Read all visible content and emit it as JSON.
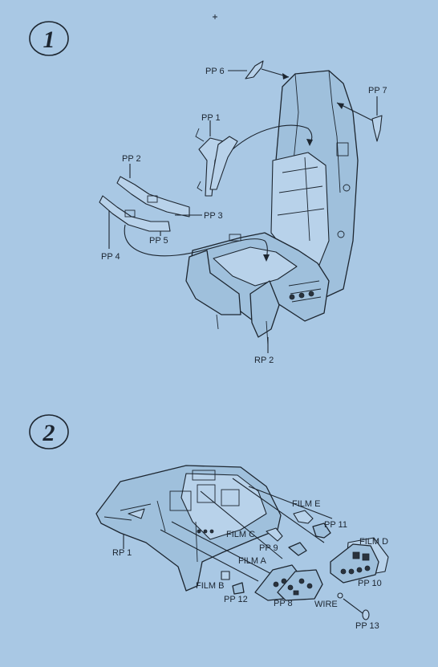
{
  "steps": [
    {
      "number": "1"
    },
    {
      "number": "2"
    }
  ],
  "step1_labels": {
    "pp6": "PP 6",
    "pp7": "PP 7",
    "pp1": "PP 1",
    "pp2": "PP 2",
    "pp3": "PP 3",
    "pp4": "PP 4",
    "pp5": "PP 5",
    "rp2": "RP 2"
  },
  "step2_labels": {
    "film_e": "FILM E",
    "pp11": "PP 11",
    "film_c": "FILM C",
    "film_d": "FILM D",
    "pp9": "PP 9",
    "rp1": "RP 1",
    "film_a": "FILM A",
    "pp10": "PP 10",
    "film_b": "FILM B",
    "pp12": "PP 12",
    "pp8": "PP 8",
    "wire": "WIRE",
    "pp13": "PP 13"
  },
  "colors": {
    "background": "#a9c8e4",
    "ink": "#1d2630"
  }
}
